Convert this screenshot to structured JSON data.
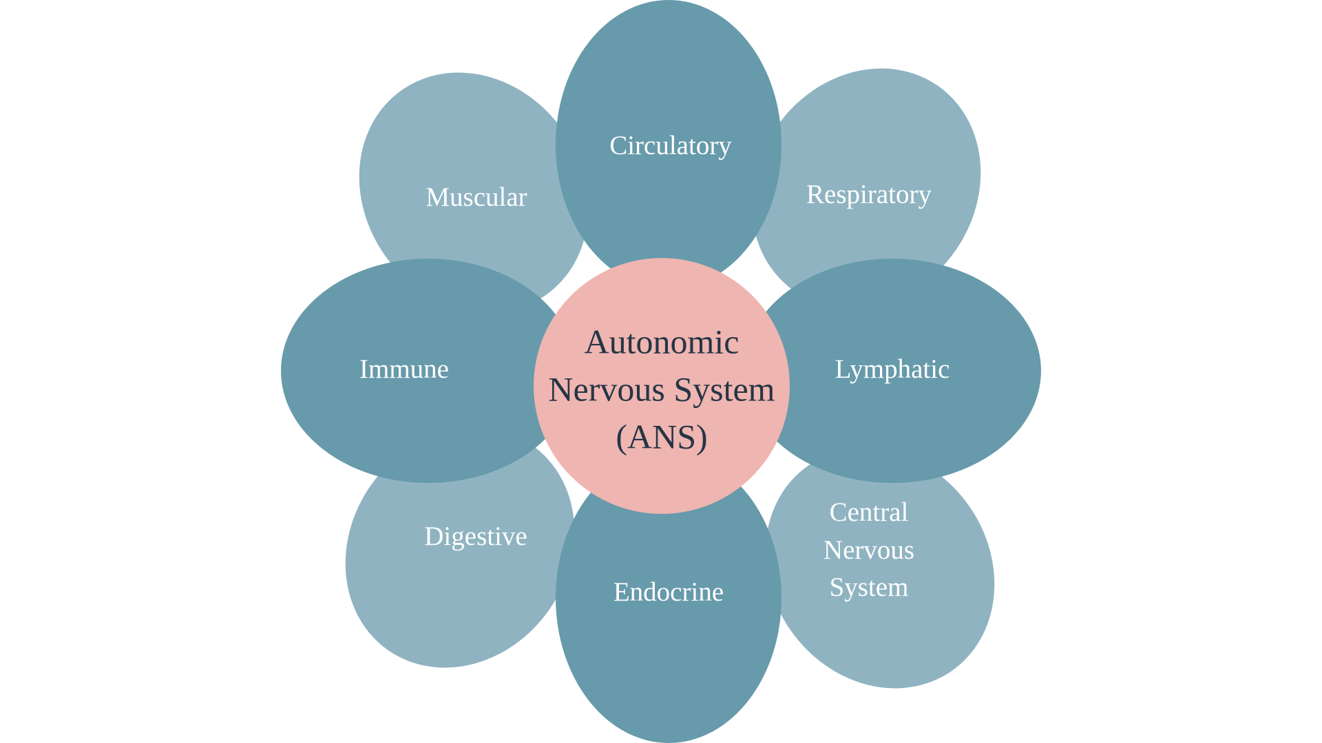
{
  "colors": {
    "light_petal": "#8fb3c1",
    "dark_petal": "#679aab",
    "center": "#efb5b1",
    "center_text": "#253545",
    "petal_text": "#ffffff"
  },
  "center": {
    "lines": [
      "Autonomic",
      "Nervous System",
      "(ANS)"
    ]
  },
  "petals": {
    "circulatory": "Circulatory",
    "respiratory": "Respiratory",
    "lymphatic": "Lymphatic",
    "central_nervous": [
      "Central",
      "Nervous",
      "System"
    ],
    "endocrine": "Endocrine",
    "digestive": "Digestive",
    "immune": "Immune",
    "muscular": "Muscular"
  }
}
